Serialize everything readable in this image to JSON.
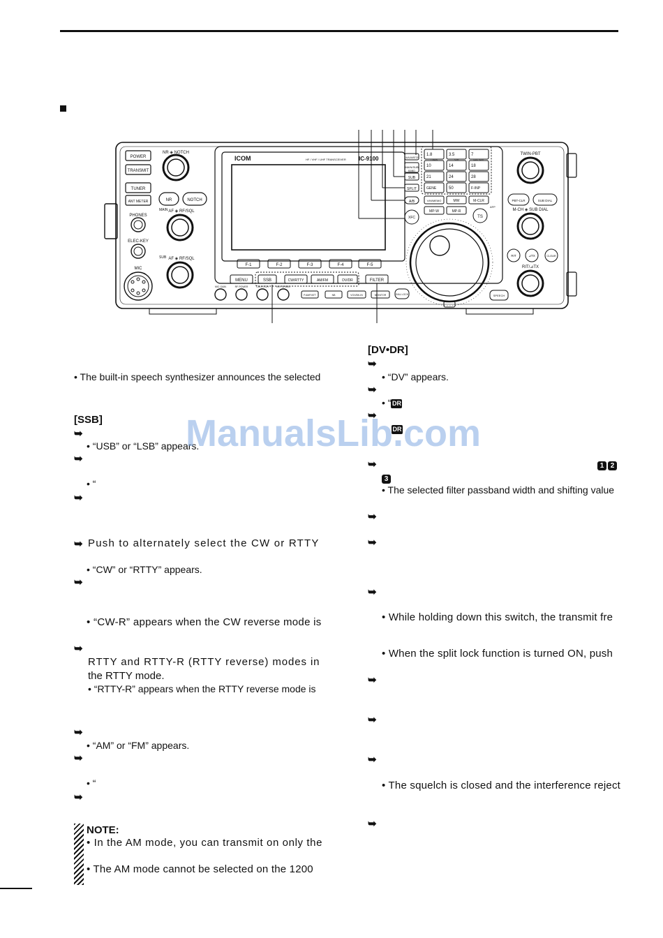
{
  "panel": {
    "left_buttons": [
      "POWER",
      "TRANSMIT",
      "TUNER",
      "ANT METER"
    ],
    "left_labels": [
      "PHONES",
      "ELEC-KEY",
      "MIC"
    ],
    "knob_labels": [
      "NR ◈ NOTCH",
      "AF ◈ RF/SQL",
      "AF ◈ RF/SQL",
      "TWIN-PBT",
      "M-CH ◈ SUB DIAL",
      "RIT/⊿TX"
    ],
    "knob_badges": [
      "MAIN",
      "SUB"
    ],
    "mid_buttons": [
      "NR",
      "NOTCH"
    ],
    "logo": "ICOM",
    "model_text": "HF / VHF / UHF TRANSCEIVER",
    "model_name": "IC-9100",
    "func_keys": [
      "F-1",
      "F-2",
      "F-3",
      "F-4",
      "F-5"
    ],
    "mode_keys": [
      "MENU",
      "SSB",
      "CW/RTTY",
      "AM/FM",
      "DV/DR",
      "FILTER"
    ],
    "bottom_small": [
      "MIC GAIN",
      "RF POWER",
      "CW PITCH",
      "KEY SPEED",
      "P.AMP/ATT",
      "NB",
      "VOX/BK-IN",
      "MONITOR",
      "DIAL LOCK"
    ],
    "speech_btn": "SPEECH",
    "right_col_keys": [
      "MAIN/SUB",
      "SUB",
      "SPLIT",
      "A/B",
      "XFC"
    ],
    "right_col_top": "DUALWATCH",
    "right_col_badge": "BAND",
    "keypad": [
      [
        "1.8",
        "3.5",
        "7"
      ],
      [
        "10",
        "14",
        "18"
      ],
      [
        "21",
        "24",
        "28"
      ],
      [
        "GENE",
        "50",
        "F-INP"
      ]
    ],
    "keypad_labels": [
      "1 MAIN",
      "SUB",
      "FREQ/ENT"
    ],
    "mem_keys": [
      "V/M/MEMO",
      "MW",
      "M-CLR",
      "MP-W",
      "MP-R"
    ],
    "ts": "TS",
    "afp": "AFP",
    "right_buttons": [
      "PBT-CLR",
      "SUB DIAL",
      "RIT",
      "⊿TX",
      "CLEAR"
    ]
  },
  "left_col": {
    "speech_note": "• The built-in speech synthesizer announces the selected",
    "ssb_head": "[SSB]",
    "ssb_1": "• “USB” or “LSB” appears.",
    "ssb_2": "• “",
    "cw_push": "Push to alternately select the CW or RTTY",
    "cw_1": "• “CW” or “RTTY” appears.",
    "cw_r": "• “CW-R” appears when the CW reverse mode is",
    "rtty_a": "RTTY and RTTY-R (RTTY reverse) modes in",
    "rtty_b": "the RTTY mode.",
    "rtty_r": "• “RTTY-R” appears when the RTTY reverse mode is",
    "am_1": "• “AM” or “FM” appears.",
    "am_2": "• “",
    "note_head": "NOTE:",
    "note_1": "• In the AM mode, you can transmit on only the",
    "note_2": "• The AM mode cannot be selected on the 1200"
  },
  "right_col": {
    "dv_head": "[DV•DR]",
    "dv_1": "• “DV” appears.",
    "dv_2": "• “",
    "dr_icon": "DR",
    "filter_text": "• The selected filter passband width and shifting value",
    "num_icons": [
      "1",
      "2",
      "3"
    ],
    "split_1": "• While holding down this switch, the transmit fre",
    "split_2": "• When the split lock function is turned ON, push",
    "squelch": "• The squelch is closed and the interference reject"
  },
  "arrow_glyph": "➥",
  "watermark": "ManualsLib.com"
}
